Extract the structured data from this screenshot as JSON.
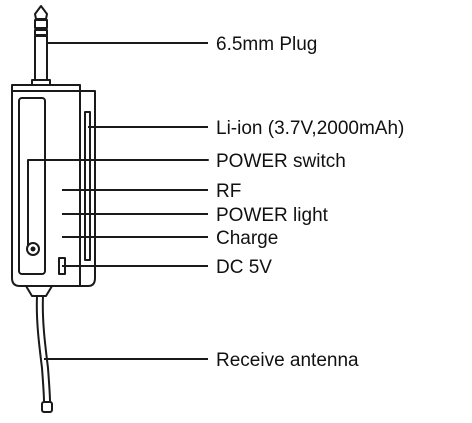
{
  "labels": {
    "plug": "6.5mm Plug",
    "battery": "Li-ion (3.7V,2000mAh)",
    "power_switch": "POWER switch",
    "rf": "RF",
    "power_light": "POWER light",
    "charge": "Charge",
    "dc": "DC 5V",
    "antenna": "Receive antenna"
  },
  "icons": [
    "plug-icon",
    "receiver-body-icon",
    "antenna-icon"
  ],
  "colors": {
    "line": "#1a1a1a",
    "text": "#111111",
    "background": "#ffffff"
  }
}
